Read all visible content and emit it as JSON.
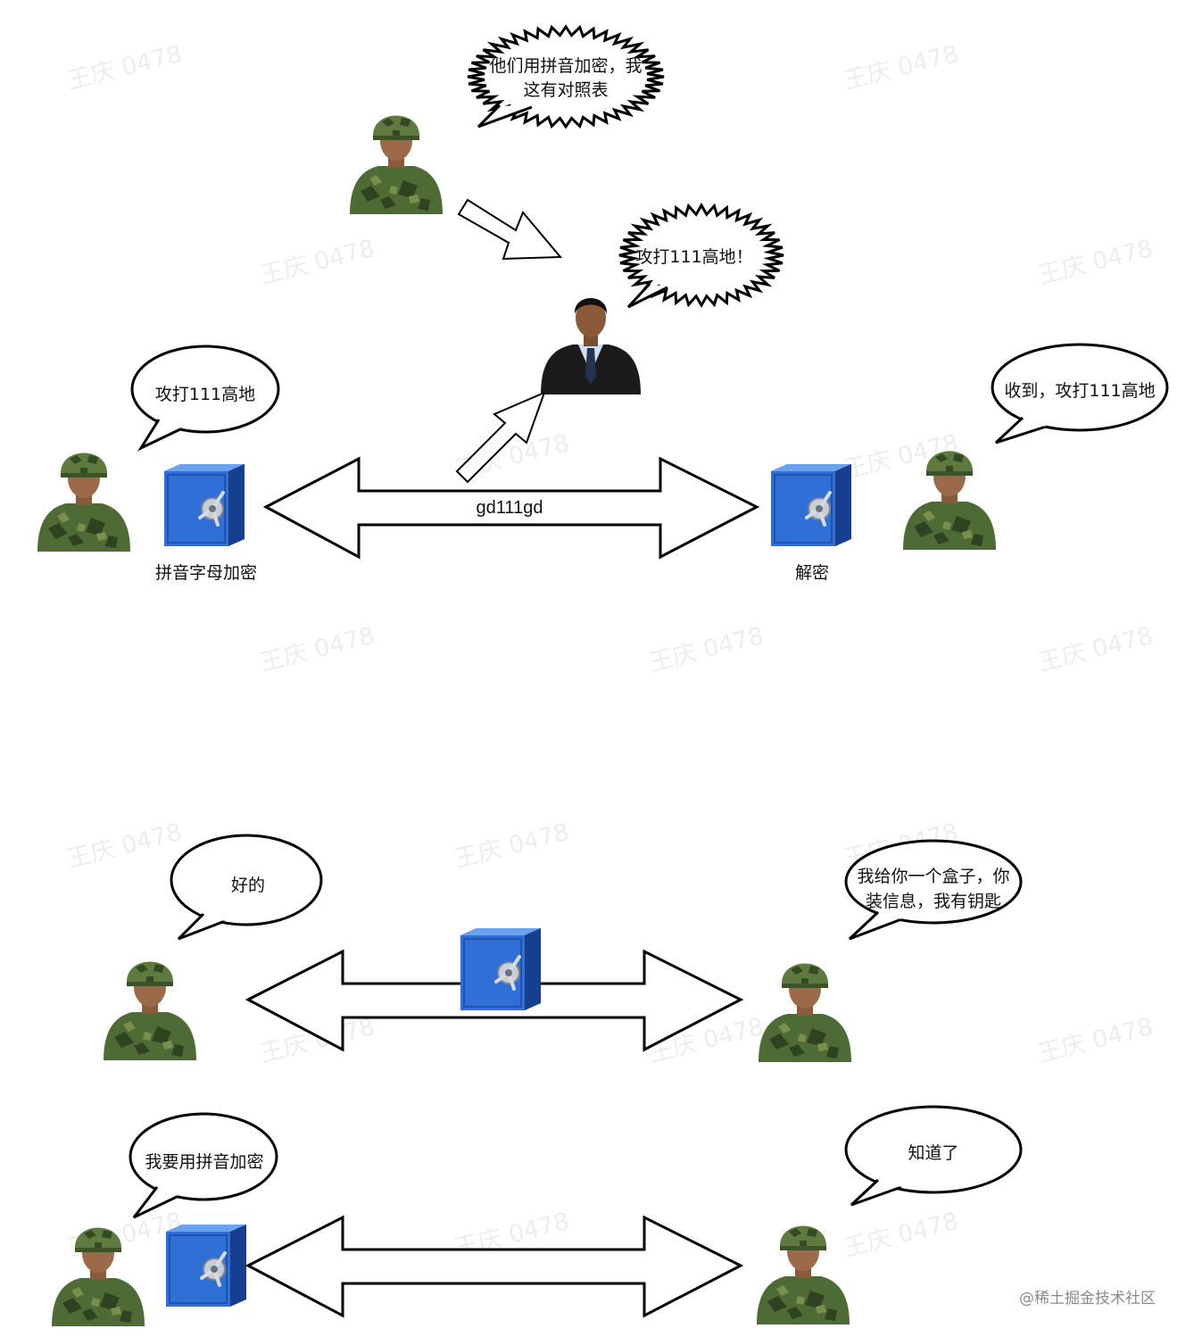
{
  "watermark": "王庆 0478",
  "site_watermark": "@稀土掘金技术社区",
  "scene1": {
    "spy_bubble_line1": "他们用拼音加密，我",
    "spy_bubble_line2": "这有对照表",
    "boss_bubble": "攻打111高地！",
    "sender_bubble": "攻打111高地",
    "receiver_bubble": "收到，攻打111高地",
    "message": "gd111gd",
    "sender_label": "拼音字母加密",
    "receiver_label": "解密"
  },
  "scene2": {
    "left_bubble": "好的",
    "right_bubble_line1": "我给你一个盒子，你",
    "right_bubble_line2": "装信息，我有钥匙"
  },
  "scene3": {
    "left_bubble": "我要用拼音加密",
    "right_bubble": "知道了"
  },
  "icons": {
    "soldier": "soldier-icon",
    "businessman": "businessman-icon",
    "safe": "safe-icon"
  },
  "colors": {
    "safe_blue": "#2f6fd6",
    "camo_green": "#4f6b35"
  }
}
